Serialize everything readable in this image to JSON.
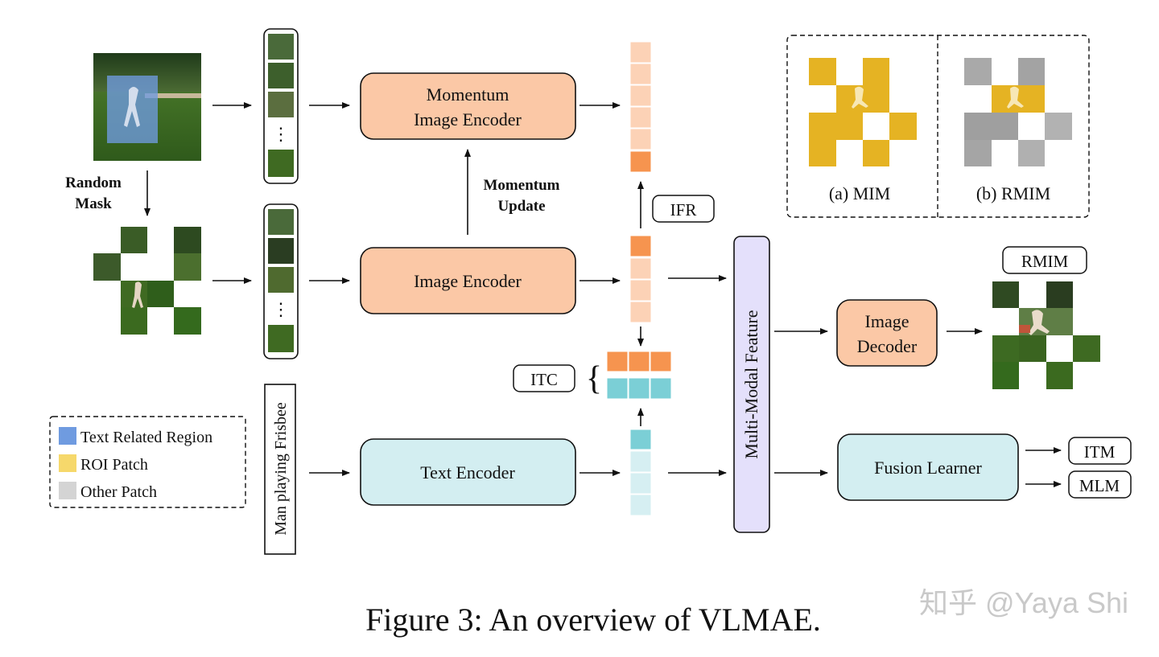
{
  "figure": {
    "caption": "Figure 3: An overview of VLMAE.",
    "watermark": "知乎 @Yaya Shi"
  },
  "labels": {
    "random_mask": [
      "Random",
      "Mask"
    ],
    "momentum_update": [
      "Momentum",
      "Update"
    ],
    "ifr": "IFR",
    "itc": "ITC",
    "itc_brace": "{",
    "rmim": "RMIM",
    "itm": "ITM",
    "mlm": "MLM",
    "text_input": "Man playing Frisbee",
    "ellipsis": "⋮"
  },
  "modules": {
    "momentum_encoder": [
      "Momentum",
      "Image Encoder"
    ],
    "image_encoder": "Image Encoder",
    "text_encoder": "Text Encoder",
    "multimodal_feature": "Multi-Modal Feature",
    "image_decoder": [
      "Image",
      "Decoder"
    ],
    "fusion_learner": "Fusion Learner"
  },
  "legend": [
    {
      "label": "Text Related Region",
      "color": "#6f9be0"
    },
    {
      "label": "ROI Patch",
      "color": "#f6d86b"
    },
    {
      "label": "Other Patch",
      "color": "#d4d4d4"
    }
  ],
  "inset": {
    "mim": "(a) MIM",
    "rmim": "(b) RMIM"
  },
  "colors": {
    "orange_module": "#fbc8a6",
    "cyan_module": "#d3eef1",
    "purple_module": "#e4e0fb",
    "token_orange": "#f6944f",
    "token_orange_light": "#fcd2b6",
    "token_cyan": "#7bcfd6",
    "token_cyan_light": "#d6eff2",
    "grass": "#3f6a26",
    "yellow": "#e5b323",
    "gray": "#a7a7a7"
  }
}
